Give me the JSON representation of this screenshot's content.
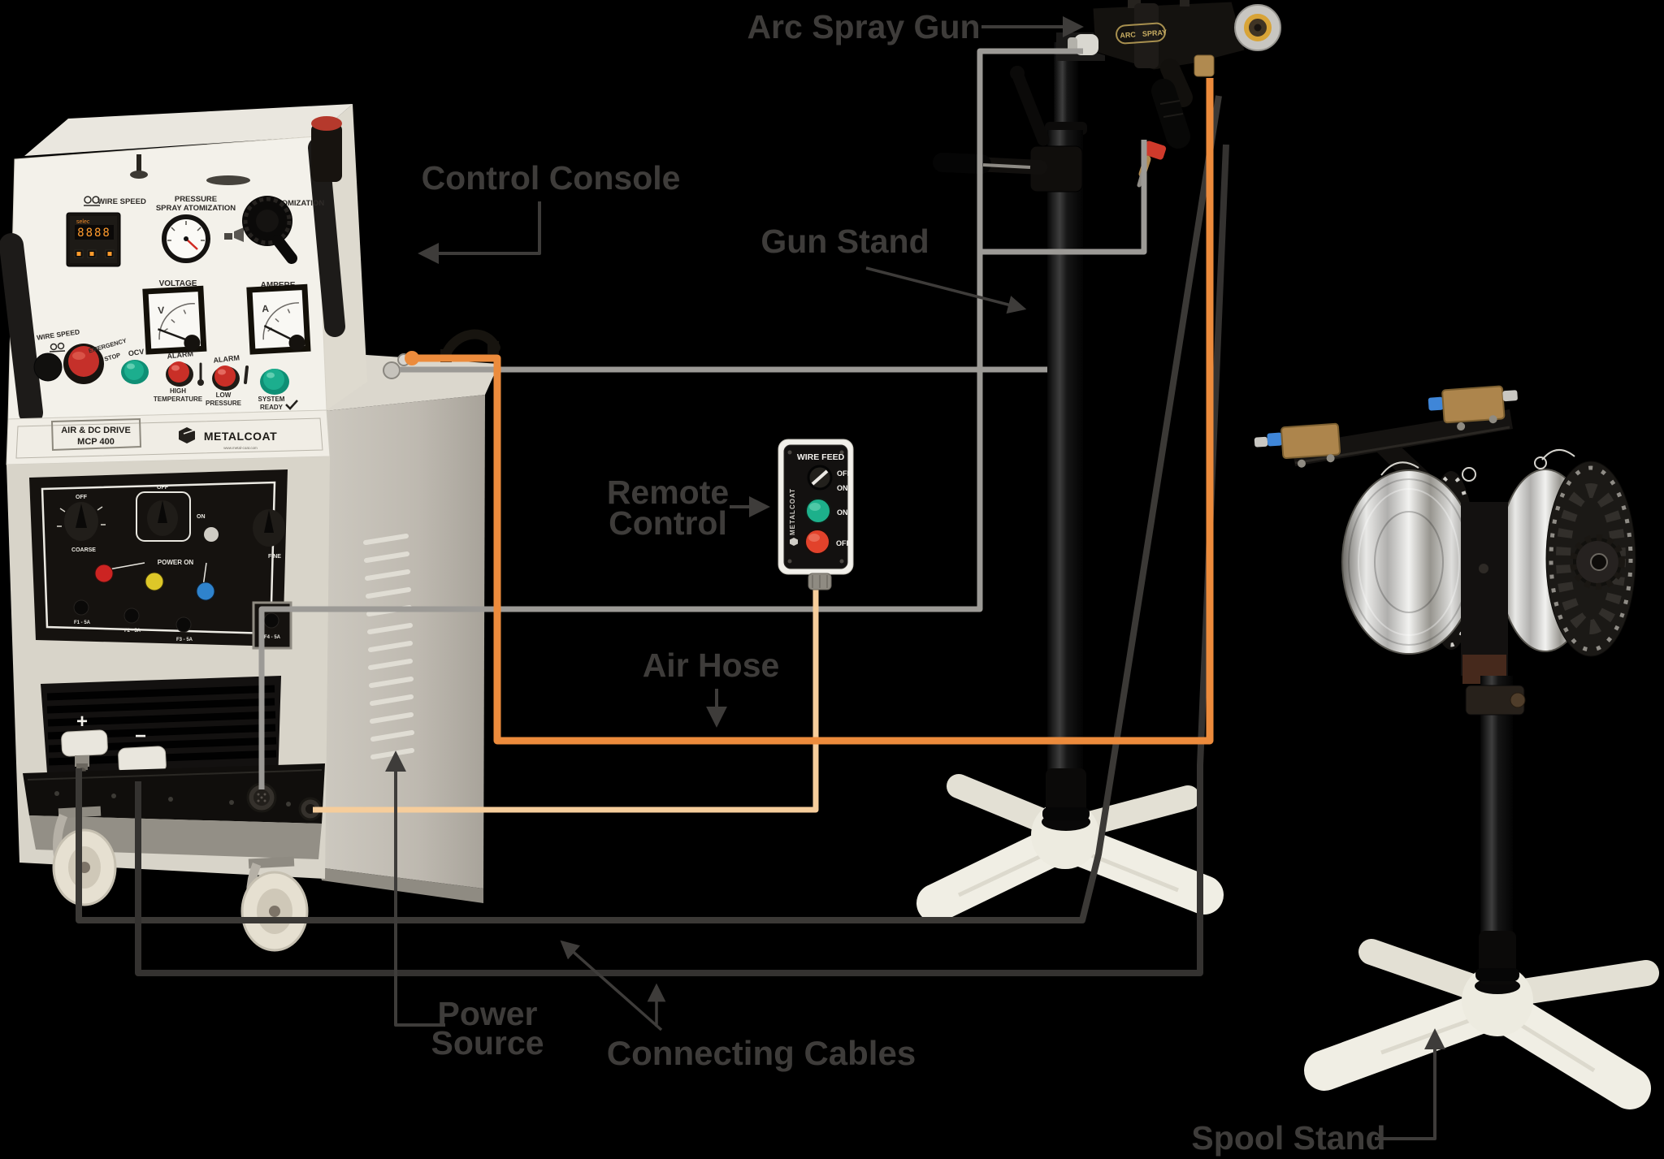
{
  "labels": {
    "arc_spray_gun": "Arc Spray Gun",
    "control_console": "Control Console",
    "gun_stand": "Gun Stand",
    "remote_line1": "Remote",
    "remote_line2": "Control",
    "air_hose": "Air Hose",
    "power_line1": "Power",
    "power_line2": "Source",
    "connecting_cables": "Connecting Cables",
    "spool_stand": "Spool Stand"
  },
  "console": {
    "wire_speed_top": "WIRE SPEED",
    "pressure": "PRESSURE",
    "spray_atomization": "SPRAY ATOMIZATION",
    "atomization": "ATOMIZATION",
    "voltage": "VOLTAGE",
    "ampere": "AMPERE",
    "volt_symbol": "V",
    "amp_symbol": "A",
    "display_value": "8888",
    "display_brand": "selec",
    "wire_speed_low": "WIRE SPEED",
    "emergency_line1": "EMERGENCY",
    "emergency_line2": "STOP",
    "ocv": "OCV",
    "alarm1": "ALARM",
    "alarm1_sub1": "HIGH",
    "alarm1_sub2": "TEMPERATURE",
    "alarm2": "ALARM",
    "alarm2_sub1": "LOW",
    "alarm2_sub2": "PRESSURE",
    "ready_sub1": "SYSTEM",
    "ready_sub2": "READY",
    "model_line1": "AIR & DC DRIVE",
    "model_line2": "MCP 400",
    "brand": "METALCOAT",
    "brand_url": "www.metal-coat.com"
  },
  "power_panel": {
    "coarse_off": "OFF",
    "coarse": "COARSE",
    "main_off": "OFF",
    "main_on": "ON",
    "fine": "FINE",
    "power_on": "POWER ON",
    "fuses": [
      "F1 - 5A",
      "F2 - 5A",
      "F3 - 5A",
      "F4 - 5A"
    ],
    "plus": "+",
    "minus": "−"
  },
  "remote": {
    "title": "WIRE FEED",
    "knob_off": "OFF",
    "knob_on": "ON",
    "button_on": "ON",
    "button_off": "OFF",
    "brand": "METALCOAT"
  },
  "gun": {
    "plate_left": "ARC",
    "plate_right": "SPRAY"
  },
  "colors": {
    "air_hose_orange": "#ec8b3c",
    "remote_cable_tan": "#f6cd9b",
    "control_cable_gray": "#9c9a96",
    "power_cable_dark": "#3b3936",
    "label_text": "#3e3c3a"
  }
}
